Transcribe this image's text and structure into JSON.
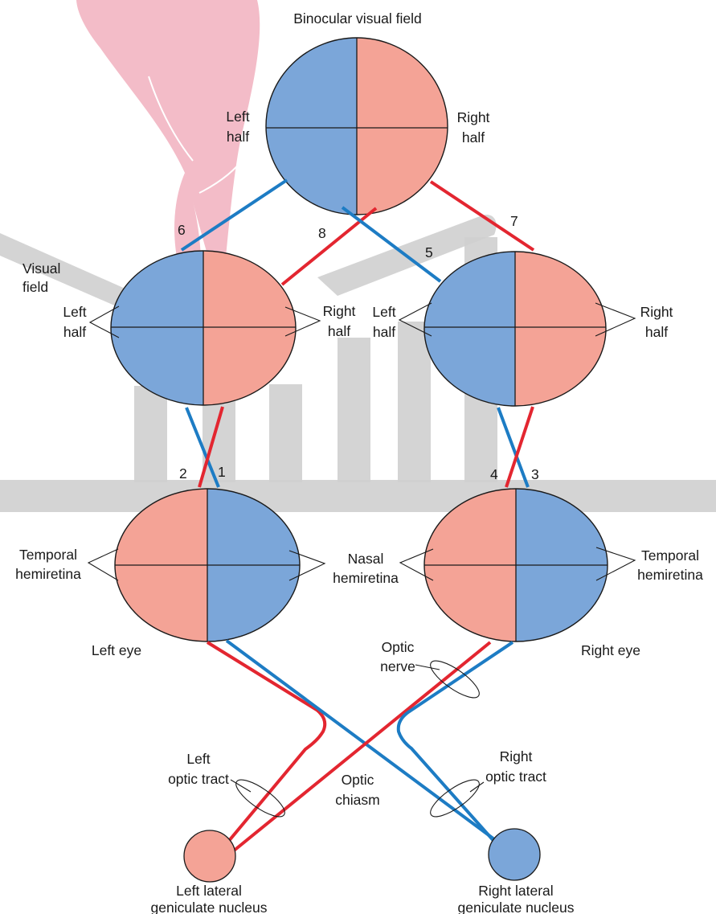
{
  "binocular": {
    "title": "Binocular visual field",
    "left_half": [
      "Left",
      "half"
    ],
    "right_half": [
      "Right",
      "half"
    ]
  },
  "left_field": {
    "visual_field": [
      "Visual",
      "field"
    ],
    "left_half": [
      "Left",
      "half"
    ],
    "right_half": [
      "Right",
      "half"
    ]
  },
  "right_field": {
    "left_half": [
      "Left",
      "half"
    ],
    "right_half": [
      "Right",
      "half"
    ]
  },
  "numbers": [
    "1",
    "2",
    "3",
    "4",
    "5",
    "6",
    "7",
    "8"
  ],
  "left_eye": {
    "label": "Left eye",
    "temporal": [
      "Temporal",
      "hemiretina"
    ]
  },
  "right_eye": {
    "label": "Right eye",
    "nasal": [
      "Nasal",
      "hemiretina"
    ],
    "temporal": [
      "Temporal",
      "hemiretina"
    ]
  },
  "optic_nerve": [
    "Optic",
    "nerve"
  ],
  "optic_chiasm": [
    "Optic",
    "chiasm"
  ],
  "left_tract": [
    "Left",
    "optic tract"
  ],
  "right_tract": [
    "Right",
    "optic tract"
  ],
  "left_lgn": [
    "Left lateral",
    "geniculate nucleus"
  ],
  "right_lgn": [
    "Right lateral",
    "geniculate nucleus"
  ],
  "colors": {
    "left_field_blue": "#7ba6d9",
    "right_field_salmon": "#f4a396",
    "pathway_red": "#e32630",
    "pathway_blue": "#1d7cc4",
    "background_gray": "#cfcfcf",
    "background_pink": "#f3bcc8"
  }
}
